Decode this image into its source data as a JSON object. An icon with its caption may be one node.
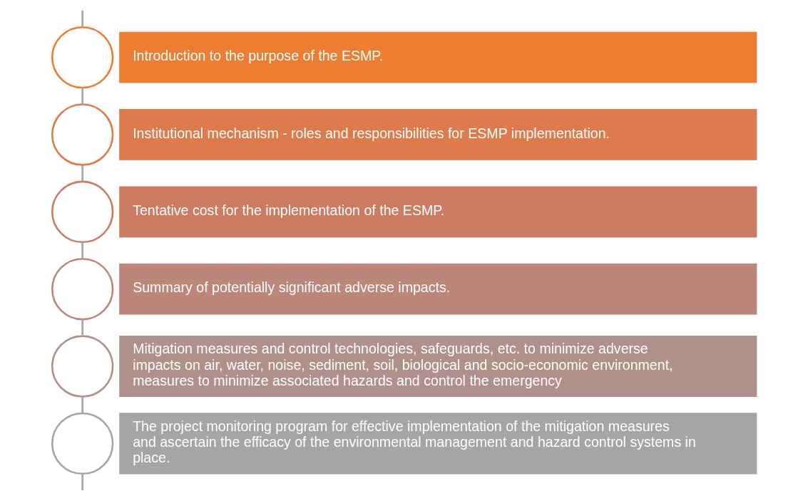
{
  "diagram": {
    "nodes": [
      {
        "text": [],
        "shape": "circle"
      },
      {
        "text": [
          "Introduction to the purpose of the ESMP."
        ]
      },
      {
        "text": [],
        "shape": "circle"
      },
      {
        "text": [
          "Institutional mechanism - roles and responsibilities for ESMP implementation."
        ]
      },
      {
        "text": [],
        "shape": "circle"
      },
      {
        "text": [
          "Tentative cost for the implementation of the ESMP."
        ]
      },
      {
        "text": [],
        "shape": "circle"
      },
      {
        "text": [
          "Summary of potentially significant adverse impacts."
        ]
      },
      {
        "text": [],
        "shape": "circle"
      },
      {
        "text": [
          "Mitigation measures and control technologies, safeguards, etc. to minimize adverse impacts on air, water, noise, sediment, soil, biological and socio-economic environment, measures to minimize associated hazards and control the emergency"
        ]
      },
      {
        "text": [],
        "shape": "circle"
      },
      {
        "text": [
          "The project monitoring program for effective implementation of the mitigation measures and ascertain the efficacy of the environmental management and hazard control systems in place."
        ]
      }
    ],
    "edges": [
      {
        "from": null,
        "to": 0,
        "arrow": "none"
      },
      {
        "from": 0,
        "to": 2,
        "arrow": "none"
      },
      {
        "from": 2,
        "to": 4,
        "arrow": "none"
      },
      {
        "from": 4,
        "to": 6,
        "arrow": "none"
      },
      {
        "from": 6,
        "to": 8,
        "arrow": "none"
      },
      {
        "from": 8,
        "to": 10,
        "arrow": "none"
      },
      {
        "from": 10,
        "to": null,
        "arrow": "none"
      }
    ]
  }
}
